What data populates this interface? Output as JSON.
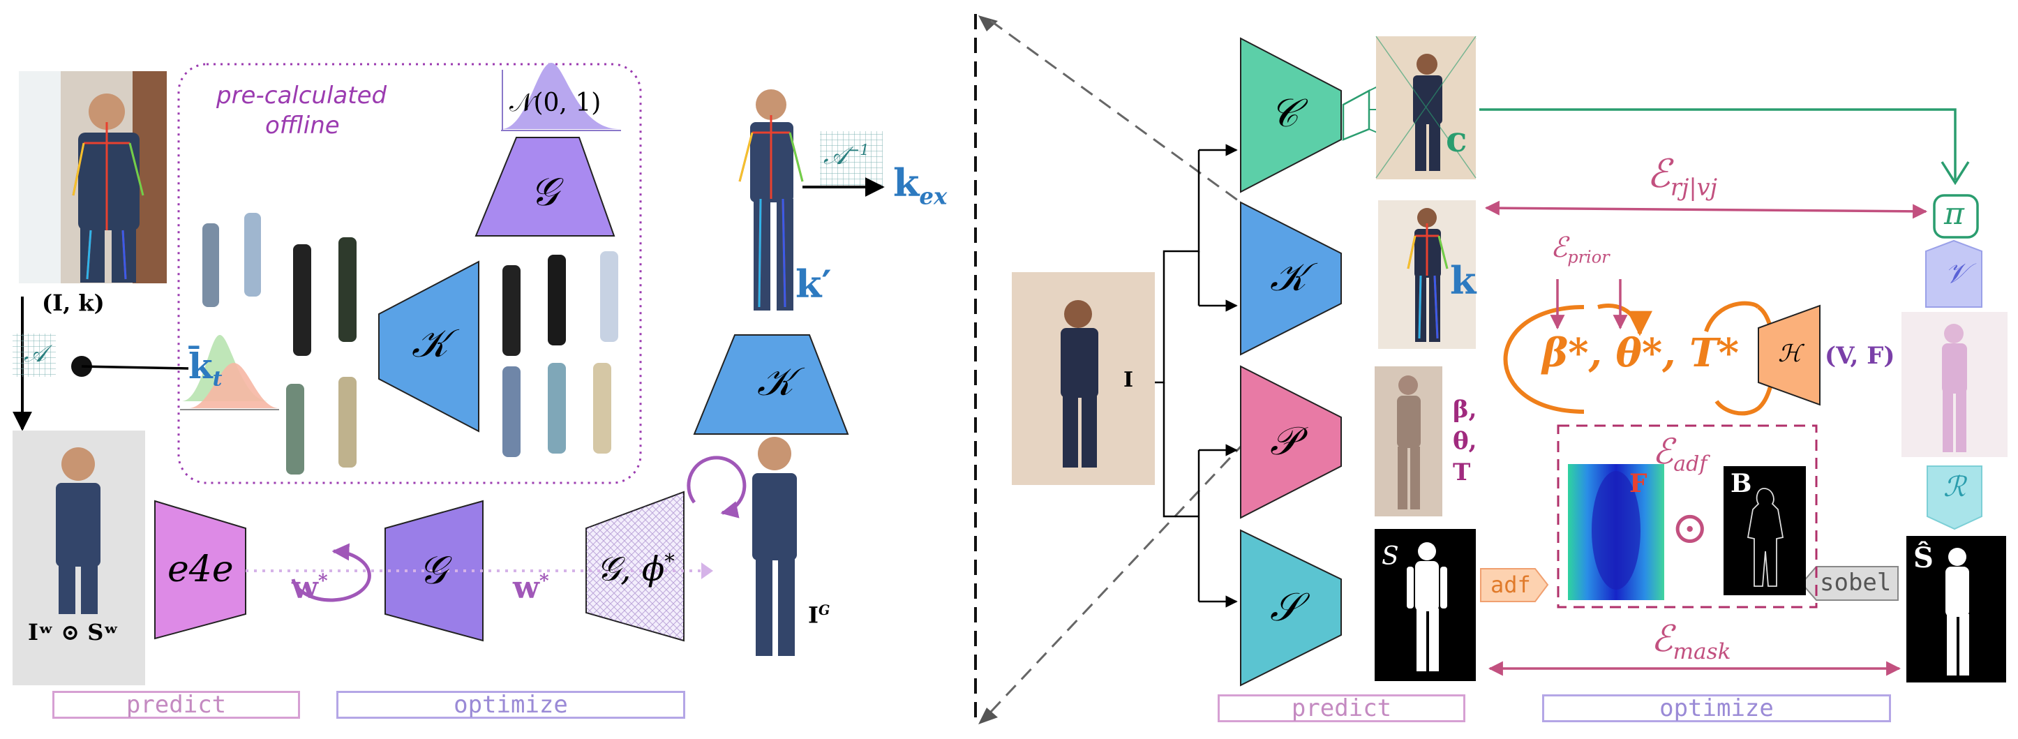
{
  "left_panel": {
    "input_pair": "(I, k)",
    "align_op": "𝒜",
    "precalc_note_line1": "pre-calculated",
    "precalc_note_line2": "offline",
    "normal_dist": "𝒩(0, 1)",
    "generator": "𝒢",
    "keypoint_net": "𝒦",
    "k_bar": "k̄",
    "k_bar_sub": "t",
    "inv_align": "𝒜",
    "inv_align_sup": "−1",
    "k_ex": "k",
    "k_ex_sub": "ex",
    "k_prime": "k′",
    "encoder": "e4e",
    "w_star_1": "w",
    "w_star_2": "w",
    "star": "*",
    "generator_phi": "𝒢, ϕ",
    "masked_input": "Iʷ ⊙ Sʷ",
    "generated": "I",
    "generated_sup": "G",
    "predict_tag": "predict",
    "optimize_tag": "optimize"
  },
  "right_panel": {
    "input": "I",
    "camera_net": "𝒞",
    "camera_out": "c",
    "keypoint_net": "𝒦",
    "keypoint_out": "k",
    "param_net": "𝒫",
    "param_out_1": "β,",
    "param_out_2": "θ,",
    "param_out_3": "T",
    "seg_net": "𝒮",
    "seg_out": "S",
    "e_rjvj": "ℰ",
    "e_rjvj_sub": "rj|vj",
    "e_prior": "ℰ",
    "e_prior_sub": "prior",
    "params_opt": "β*, θ*, T*",
    "human_model": "ℋ",
    "mesh_out": "(V, F)",
    "proj": "π",
    "vis": "𝒱",
    "render": "ℛ",
    "e_adf": "ℰ",
    "e_adf_sub": "adf",
    "adf_F": "F",
    "odot": "⊙",
    "boundary_B": "B",
    "adf_op": "adf",
    "sobel_op": "sobel",
    "s_hat": "Ŝ",
    "e_mask": "ℰ",
    "e_mask_sub": "mask",
    "predict_tag": "predict",
    "optimize_tag": "optimize"
  },
  "colors": {
    "camera_green": "#5ccfa8",
    "keypoint_blue": "#5aa2e6",
    "param_pink": "#e87aa5",
    "seg_teal": "#5bc4d1",
    "generator_purple": "#a98af0",
    "generator_purple_dark": "#9a7ee8",
    "encoder_violet": "#dd8ae6",
    "loss_magenta": "#c2507f",
    "param_orange": "#ef7f1a",
    "tag_pink": "#d6a0d3",
    "tag_lavender": "#b4a6e6"
  }
}
